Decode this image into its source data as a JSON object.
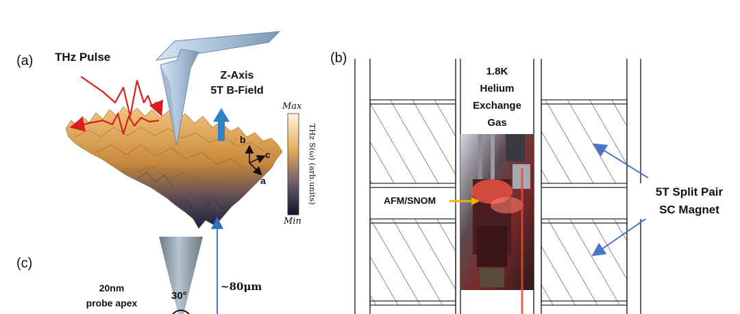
{
  "panel_a": {
    "label": "(a)",
    "thz_pulse": "THz Pulse",
    "field_line1": "Z-Axis",
    "field_line2": "5T B-Field",
    "axis_b": "b",
    "axis_c": "c",
    "axis_a": "a",
    "colorbar": {
      "max": "Max",
      "min": "Min",
      "title": "THz S(ω) (arb.units)"
    }
  },
  "panel_b": {
    "label": "(b)",
    "gas_line1": "1.8K",
    "gas_line2": "Helium",
    "gas_line3": "Exchange",
    "gas_line4": "Gas",
    "afm_label": "AFM/SNOM",
    "magnet_line1": "5T Split Pair",
    "magnet_line2": "SC Magnet"
  },
  "panel_c": {
    "label": "(c)",
    "apex_line1": "20nm",
    "apex_line2": "probe apex",
    "angle": "30°",
    "distance": "~80μm"
  },
  "colors": {
    "surface_high": "#e9b76a",
    "surface_low": "#1c2344",
    "pulse": "#d81e1e",
    "arrow_blue": "#2f80c8",
    "magnet_pointer": "#4a76c8",
    "afm_pointer": "#f0b400",
    "laser": "#e4483f"
  }
}
